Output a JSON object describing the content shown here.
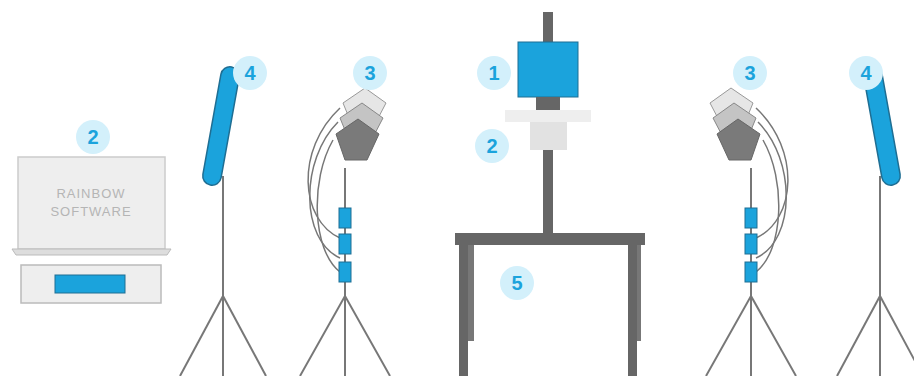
{
  "diagram": {
    "labels": [
      "4",
      "3",
      "1",
      "3",
      "4",
      "2",
      "2",
      "5",
      "RAINBOW SOFTWARE"
    ]
  }
}
